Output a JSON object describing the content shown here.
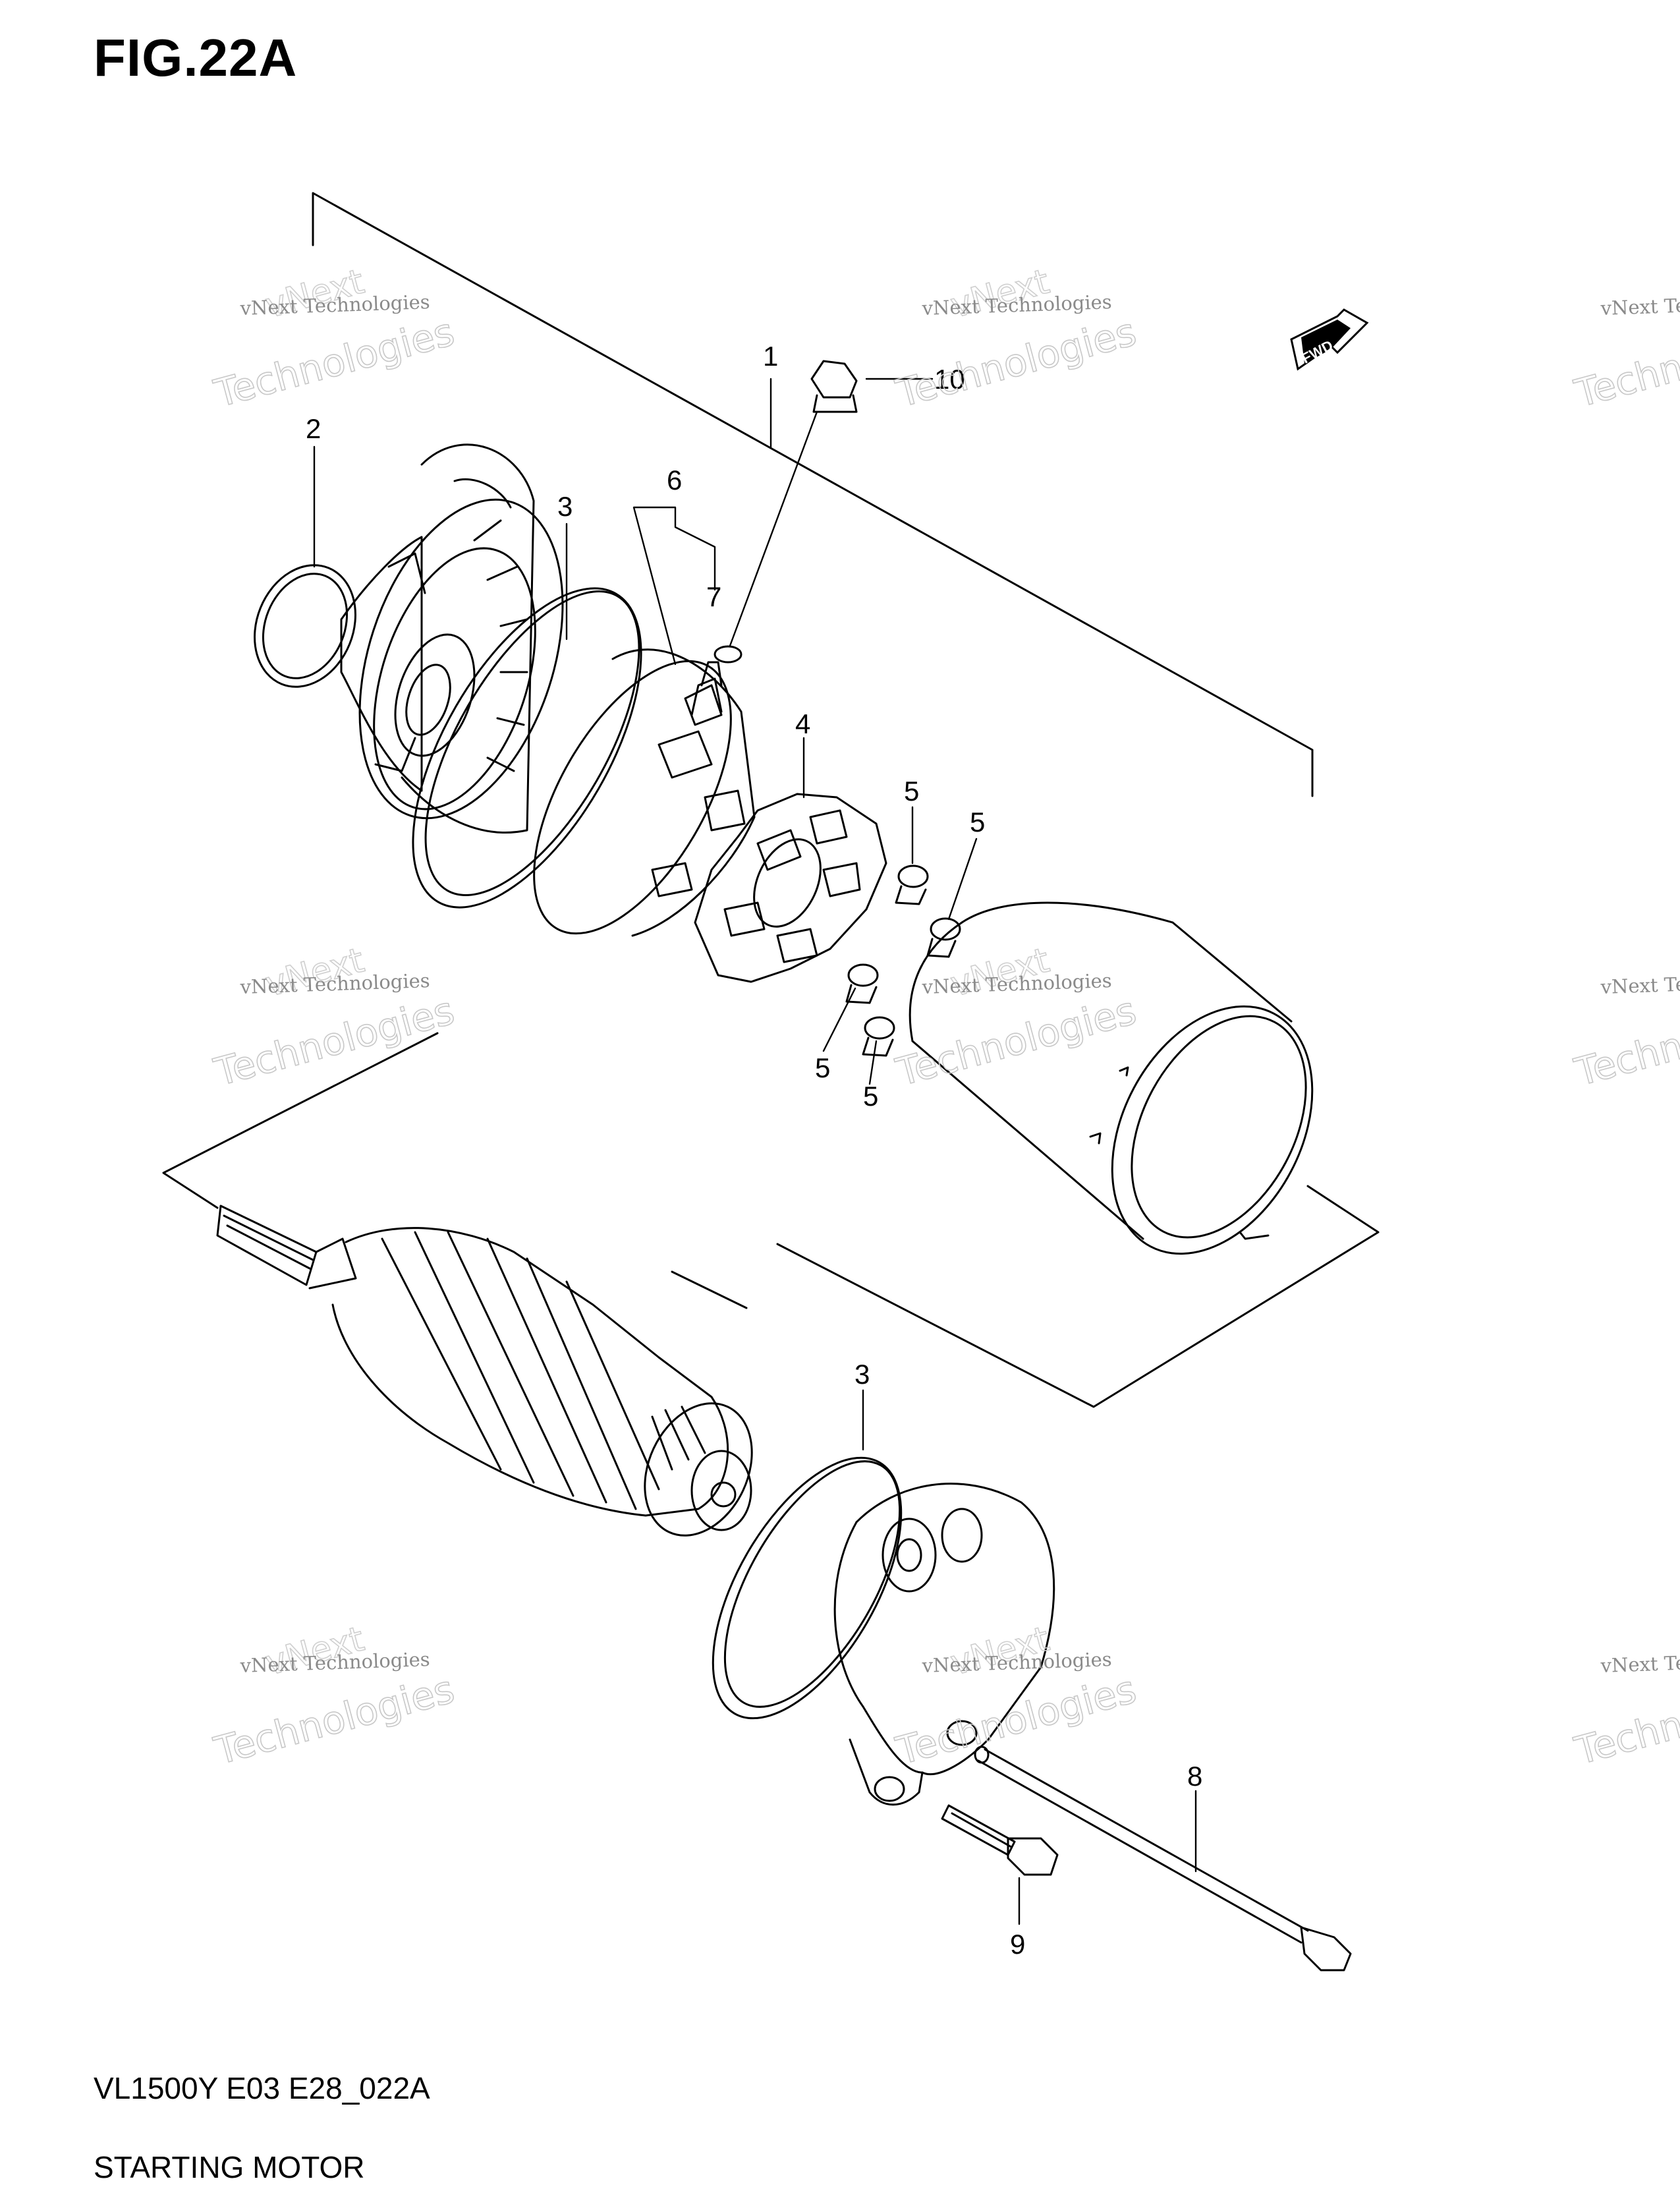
{
  "figure": {
    "title": "FIG.22A",
    "model_code": "VL1500Y E03 E28_022A",
    "section_name": "STARTING MOTOR"
  },
  "fwd_badge": "FWD",
  "watermark": {
    "line1": "vNext Technologies",
    "line2": "Technologies",
    "line3": "vNext"
  },
  "callouts": {
    "c1": "1",
    "c2": "2",
    "c3a": "3",
    "c3b": "3",
    "c4": "4",
    "c5a": "5",
    "c5b": "5",
    "c5c": "5",
    "c5d": "5",
    "c6": "6",
    "c7": "7",
    "c8": "8",
    "c9": "9",
    "c10": "10"
  },
  "colors": {
    "ink": "#000000",
    "watermark": "#8a8a8a"
  }
}
